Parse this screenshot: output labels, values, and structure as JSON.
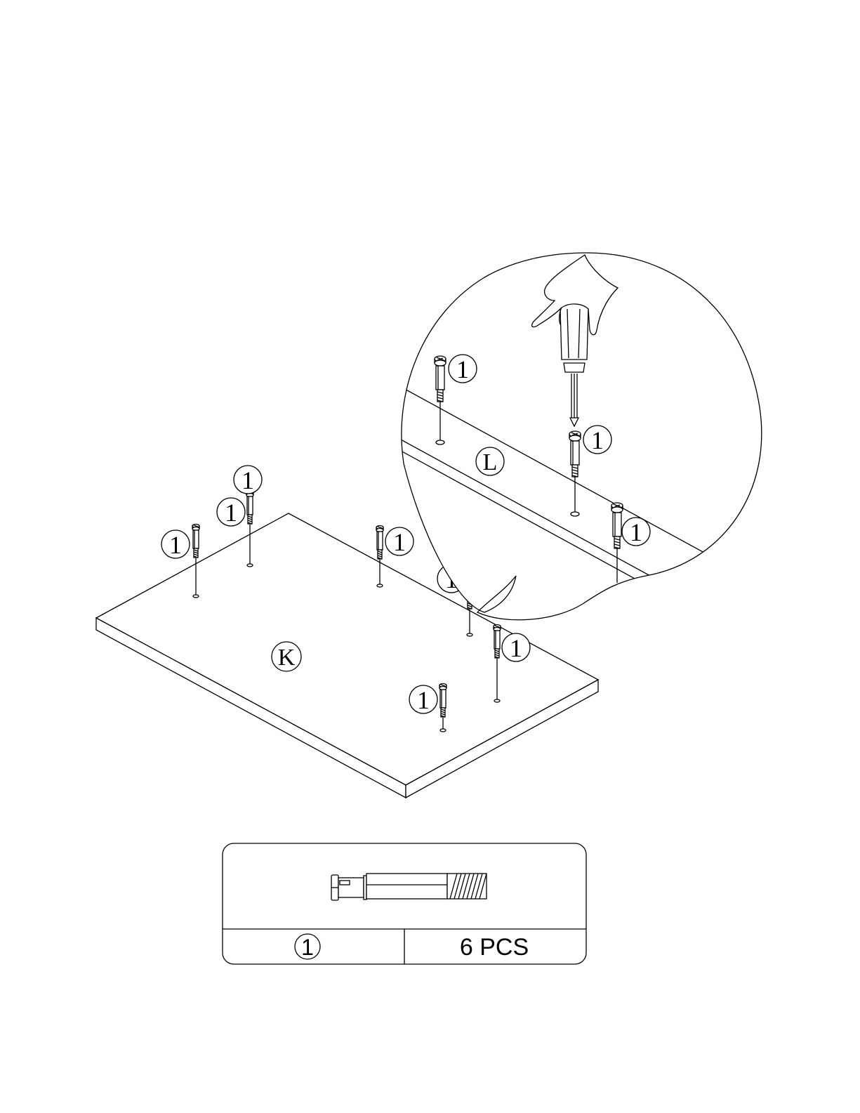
{
  "panels": {
    "board_main": "K",
    "board_detail": "L"
  },
  "callouts": {
    "part_number": "1"
  },
  "parts_table": {
    "part_id": "1",
    "quantity": "6 PCS"
  }
}
